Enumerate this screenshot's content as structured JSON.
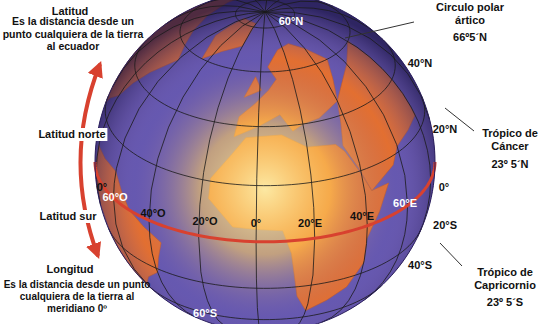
{
  "diagram": {
    "labels": [
      "Latitud",
      "Es la distancia desde un punto cualquiera de la tierra al ecuador",
      "Latitud norte",
      "0°",
      "Latitud sur",
      "Longitud",
      "Es la distancia desde un punto cualquiera de la tierra al meridiano 0º",
      "60°N",
      "Circulo polar ártico",
      "66º5´N",
      "40°N",
      "20°N",
      "Trópico de Cáncer",
      "23º 5´N",
      "0°",
      "20°S",
      "40°S",
      "Trópico de Capricornio",
      "23º 5´S",
      "60°S",
      "60°O",
      "40°O",
      "20°O",
      "0°",
      "20°E",
      "40°E",
      "60°E"
    ]
  }
}
